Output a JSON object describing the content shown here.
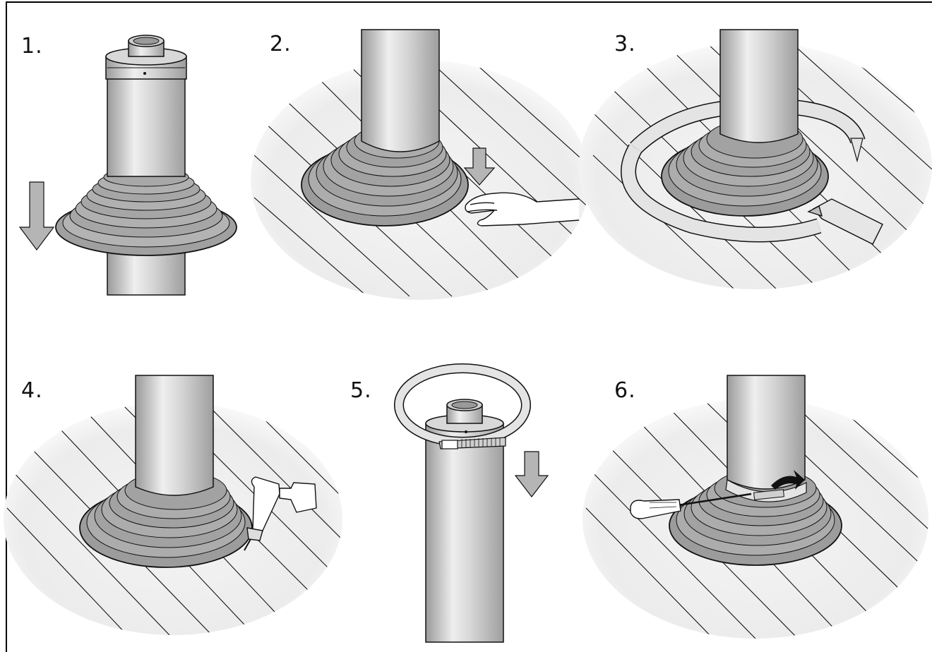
{
  "steps": [
    {
      "number": "1.",
      "pictogram": "slide-flashing-down-pipe"
    },
    {
      "number": "2.",
      "pictogram": "press-flashing-onto-roof"
    },
    {
      "number": "3.",
      "pictogram": "apply-sealant-around-base"
    },
    {
      "number": "4.",
      "pictogram": "seal-edge-with-caulking-gun"
    },
    {
      "number": "5.",
      "pictogram": "fit-clamp-band-over-pipe"
    },
    {
      "number": "6.",
      "pictogram": "tighten-clamp-with-screwdriver"
    }
  ],
  "colors": {
    "pipe": "#c8c8c8",
    "pipe_highlight": "#ececec",
    "flashing": "#a8a8a8",
    "outline": "#111111",
    "roof_shadow": "#e6e6e6",
    "band": "#e4e4e4"
  }
}
